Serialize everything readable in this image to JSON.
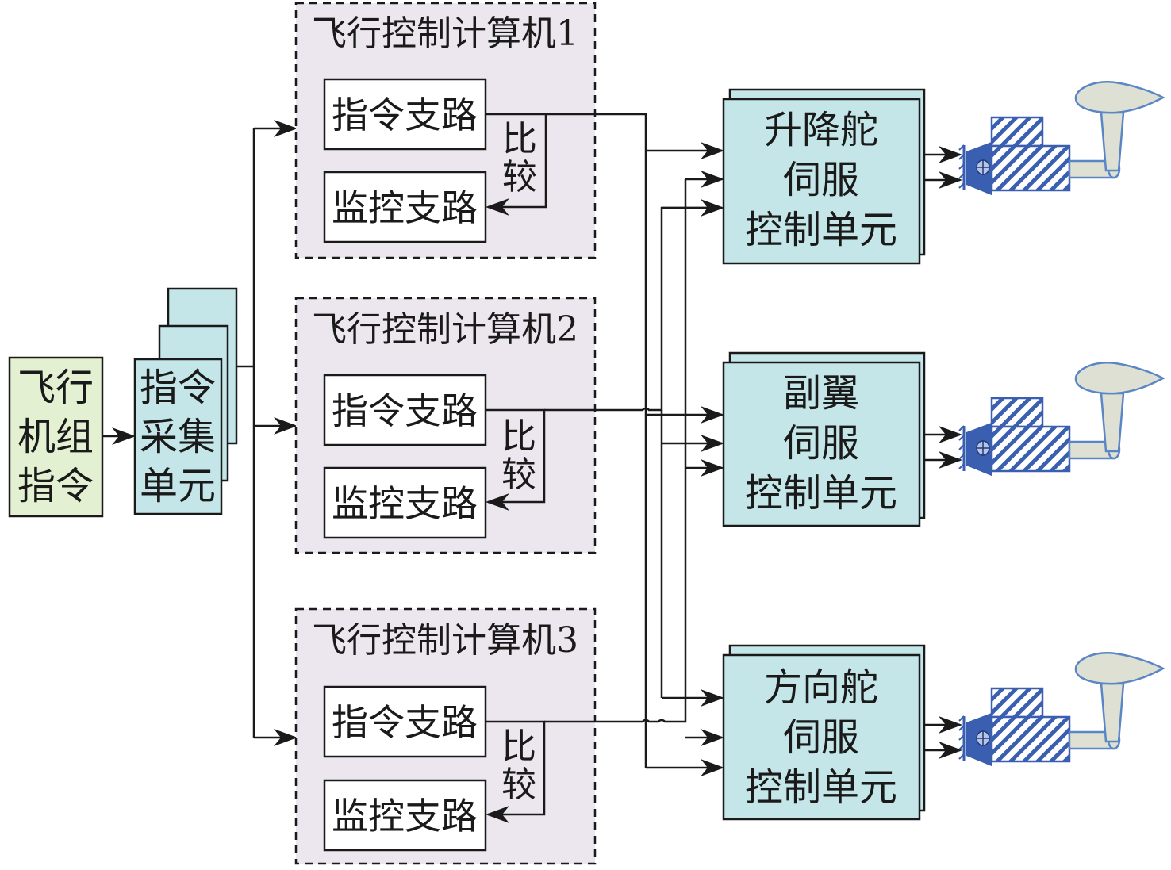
{
  "crew_command": [
    "飞行",
    "机组",
    "指令"
  ],
  "collection_unit": [
    "指令",
    "采集",
    "单元"
  ],
  "computers": [
    {
      "title": "飞行控制计算机1",
      "command_branch": "指令支路",
      "monitor_branch": "监控支路",
      "compare": [
        "比",
        "较"
      ]
    },
    {
      "title": "飞行控制计算机2",
      "command_branch": "指令支路",
      "monitor_branch": "监控支路",
      "compare": [
        "比",
        "较"
      ]
    },
    {
      "title": "飞行控制计算机3",
      "command_branch": "指令支路",
      "monitor_branch": "监控支路",
      "compare": [
        "比",
        "较"
      ]
    }
  ],
  "servo_units": [
    {
      "lines": [
        "升降舵",
        "伺服",
        "控制单元"
      ]
    },
    {
      "lines": [
        "副翼",
        "伺服",
        "控制单元"
      ]
    },
    {
      "lines": [
        "方向舵",
        "伺服",
        "控制单元"
      ]
    }
  ],
  "colors": {
    "crew_box": "#e4f0d2",
    "cyan_box": "#c4e6e8",
    "computer_bg": "#ece6ef",
    "actuator_blue": "#3a5fb0",
    "surface_fill": "#dde0d3",
    "surface_stroke": "#5a86c6"
  }
}
